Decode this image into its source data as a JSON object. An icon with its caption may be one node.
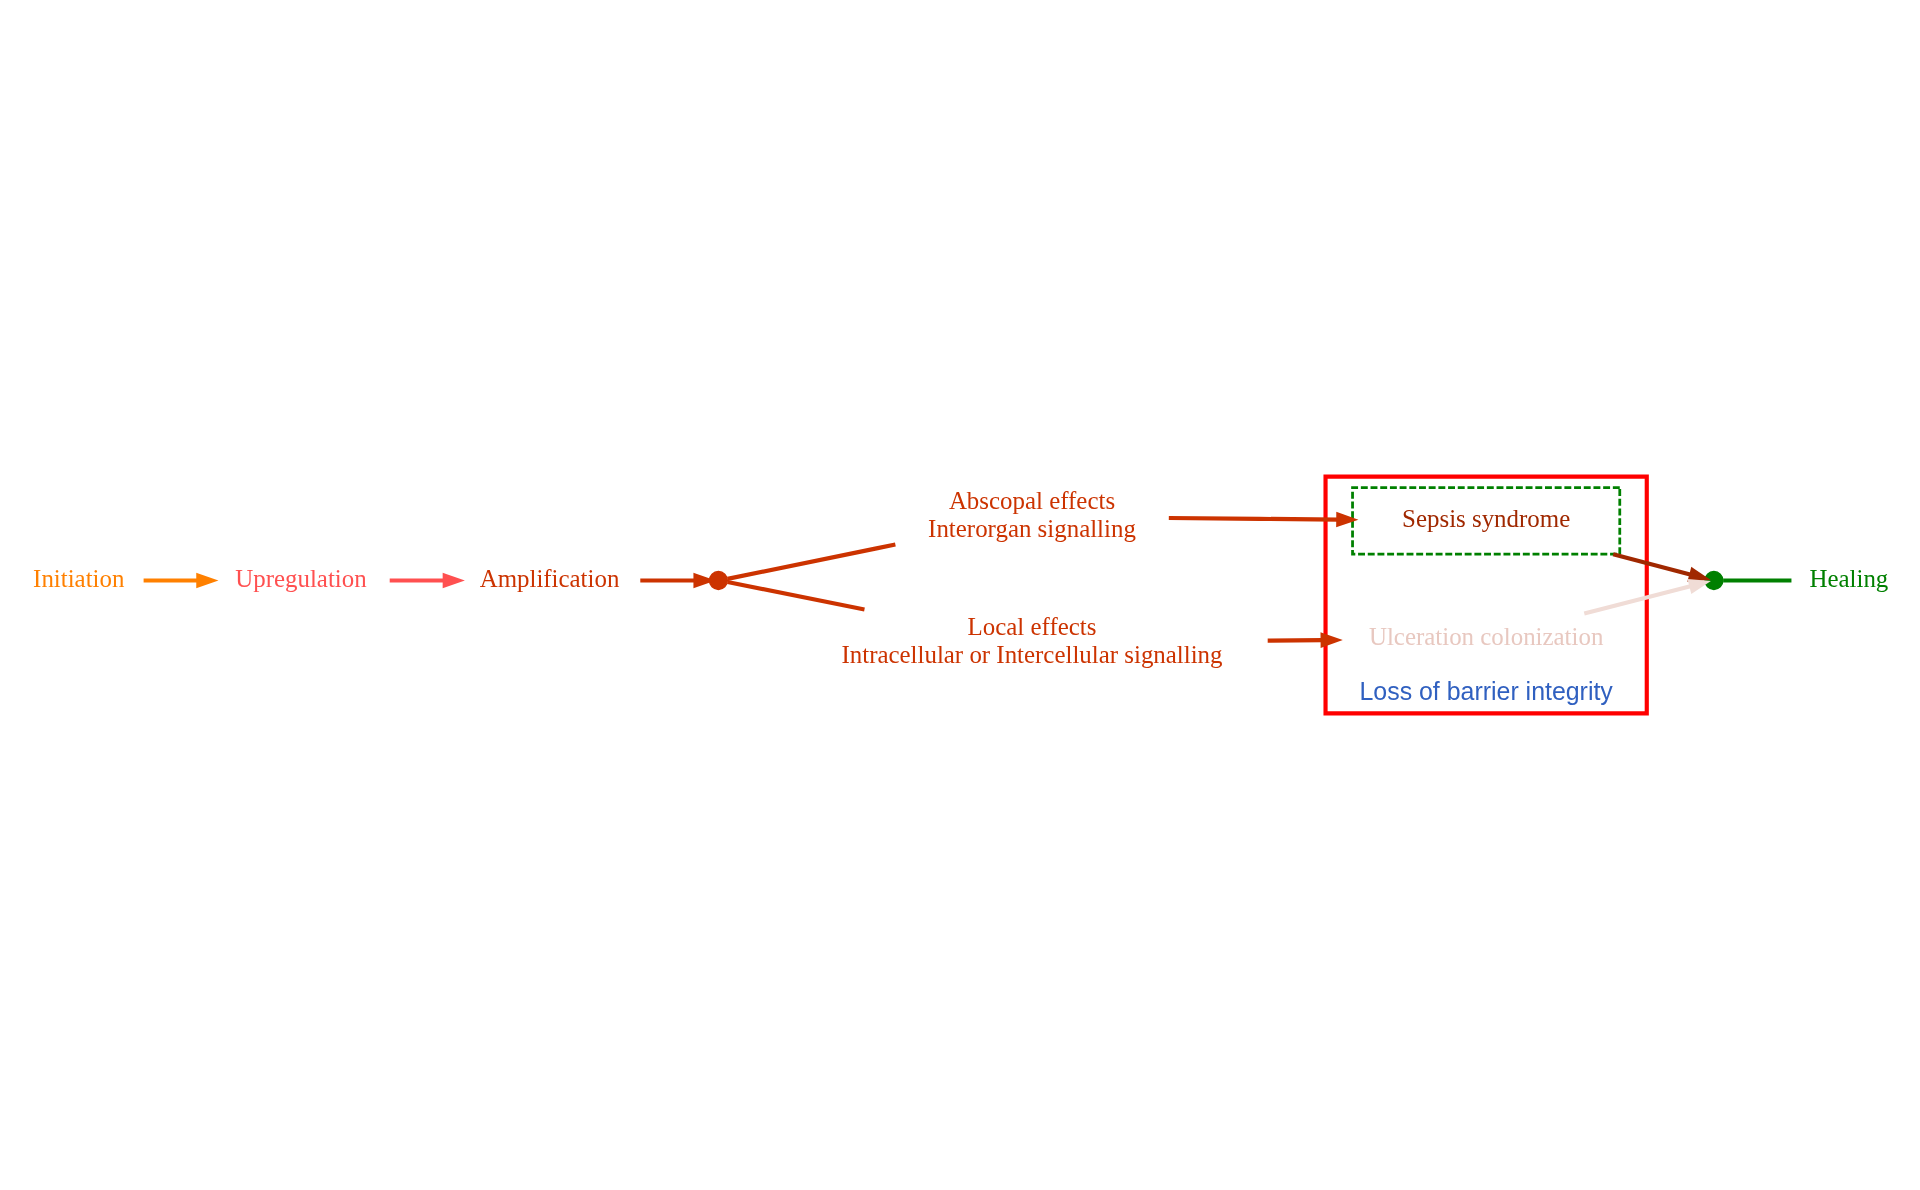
{
  "diagram": {
    "nodes": [
      {
        "text": [
          "Initiation"
        ]
      },
      {
        "text": [
          "Upregulation"
        ]
      },
      {
        "text": [
          "Amplification"
        ]
      },
      {
        "text": [],
        "shape": "brace"
      },
      {
        "text": [
          "Abscopal effects",
          "Interorgan signalling"
        ]
      },
      {
        "text": [
          "Local effects",
          "Intracellular or Intercellular signalling"
        ]
      },
      {
        "text": [
          "Loss of barrier integrity"
        ]
      },
      {
        "text": [
          "Sepsis syndrome"
        ],
        "in": 6
      },
      {
        "text": [
          "Ulceration colonization"
        ],
        "in": 6
      },
      {
        "text": [],
        "shape": "brace"
      },
      {
        "text": [
          "Healing"
        ]
      }
    ],
    "edges": [
      {
        "from": 0,
        "to": 1,
        "arrow": "to",
        "color": "#ff8000"
      },
      {
        "from": 1,
        "to": 2,
        "arrow": "to",
        "color": "#ff5050"
      },
      {
        "from": 2,
        "to": 3,
        "arrow": "to"
      },
      {
        "from": 3,
        "to": 4,
        "arrow": "none"
      },
      {
        "from": 3,
        "to": 5,
        "arrow": "none"
      },
      {
        "from": 4,
        "to": 7,
        "arrow": "to"
      },
      {
        "from": 5,
        "to": 8,
        "arrow": "to"
      },
      {
        "from": 7,
        "to": 9,
        "arrow": "to",
        "color": "#a02800"
      },
      {
        "from": 8,
        "to": 9,
        "arrow": "to",
        "color": "#f0dcd6"
      },
      {
        "from": 9,
        "to": 10,
        "arrow": "none",
        "color": "#008000"
      }
    ]
  }
}
